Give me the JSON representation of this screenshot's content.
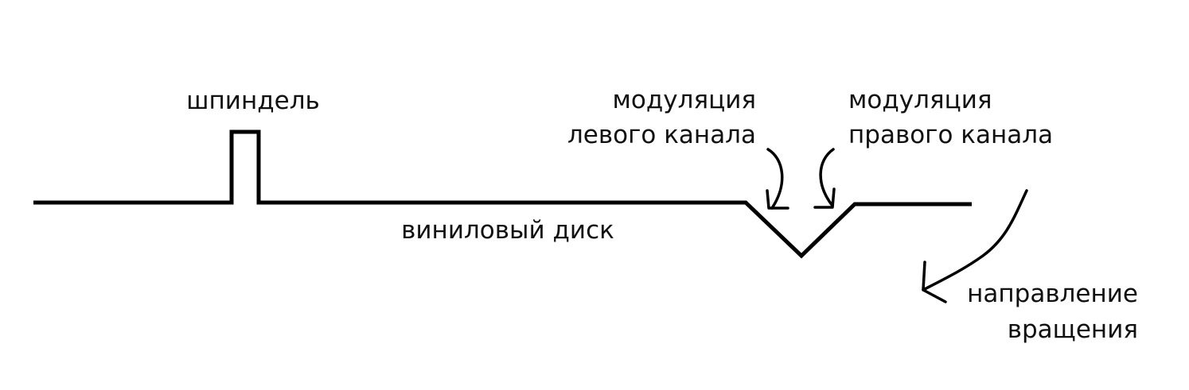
{
  "labels": {
    "spindle": "шпиндель",
    "disc": "виниловый диск",
    "left_modulation_line1": "модуляция",
    "left_modulation_line2": "левого канала",
    "right_modulation_line1": "модуляция",
    "right_modulation_line2": "правого канала",
    "rotation_line1": "направление",
    "rotation_line2": "вращения"
  },
  "icons": {
    "left_channel_arrow": "curved-arrow-down-icon",
    "right_channel_arrow": "curved-arrow-down-icon",
    "rotation_arrow": "curved-arrow-down-left-icon"
  },
  "colors": {
    "line": "#000000",
    "text": "#111111",
    "background": "#ffffff"
  }
}
